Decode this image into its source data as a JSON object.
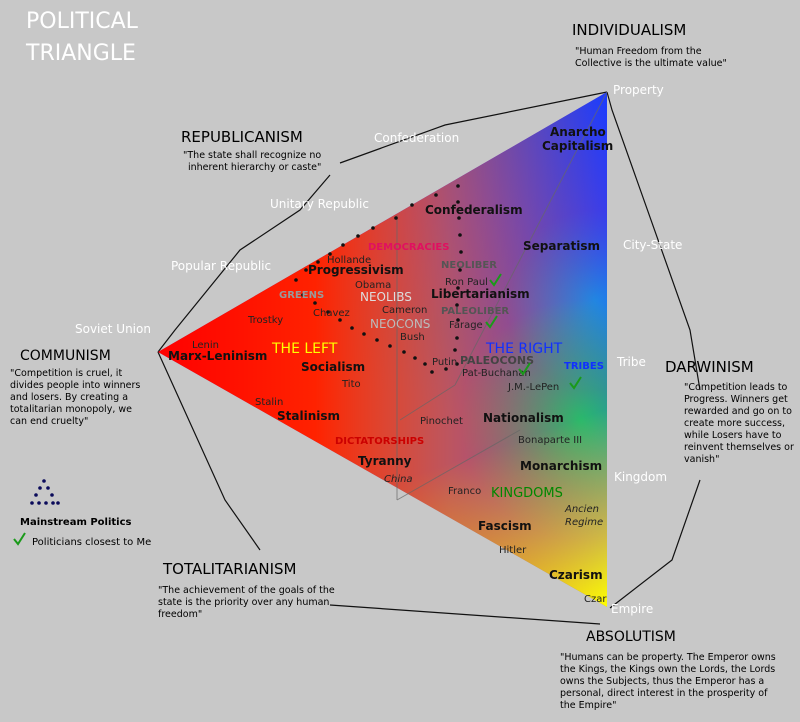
{
  "title_lines": [
    "POLITICAL",
    "TRIANGLE"
  ],
  "corners": {
    "individualism": {
      "title": "INDIVIDUALISM",
      "quote": [
        "\"Human Freedom from the",
        "Collective is the ultimate value\""
      ]
    },
    "republicanism": {
      "title": "REPUBLICANISM",
      "quote": [
        "\"The state shall recognize no",
        "inherent hierarchy or caste\""
      ]
    },
    "communism": {
      "title": "COMMUNISM",
      "quote": [
        "\"Competition is cruel, it",
        "divides people into winners",
        "and losers. By creating a",
        "totalitarian monopoly, we",
        "can end cruelty\""
      ]
    },
    "darwinism": {
      "title": "DARWINISM",
      "quote": [
        "\"Competition leads to",
        "Progress. Winners get",
        "rewarded and go on to",
        "create more success,",
        "while Losers have to",
        "reinvent themselves or",
        "vanish\""
      ]
    },
    "totalitarianism": {
      "title": "TOTALITARIANISM",
      "quote": [
        "\"The achievement of the goals of the",
        "state is the priority over any human",
        "freedom\""
      ]
    },
    "absolutism": {
      "title": "ABSOLUTISM",
      "quote": [
        "\"Humans can be property. The Emperor owns",
        "the Kings, the Kings own the Lords, the Lords",
        "owns the Subjects, thus the Emperor has a",
        "personal, direct interest in the prosperity of",
        "the Empire\""
      ]
    }
  },
  "edge_labels": {
    "property": "Property",
    "confederation": "Confederation",
    "unitary_republic": "Unitary Republic",
    "popular_republic": "Popular Republic",
    "soviet_union": "Soviet Union",
    "city_state": "City-State",
    "tribe": "Tribe",
    "kingdom": "Kingdom",
    "empire": "Empire"
  },
  "regions": {
    "the_left": "THE LEFT",
    "the_right": "THE RIGHT",
    "democracies": "DEMOCRACIES",
    "dictatorships": "DICTATORSHIPS",
    "kingdoms": "KINGDOMS",
    "tribes": "TRIBES",
    "greens": "GREENS",
    "neolibs": "NEOLIBS",
    "neocons": "NEOCONS",
    "neoliber": "NEOLIBER",
    "paleoliber": "PALEOLIBER",
    "paleocons": "PALEOCONS"
  },
  "ideologies": {
    "anarcho": "Anarcho",
    "capitalism": "Capitalism",
    "confederalism": "Confederalism",
    "separatism": "Separatism",
    "progressivism": "Progressivism",
    "libertarianism": "Libertarianism",
    "marx_leninism": "Marx-Leninism",
    "socialism": "Socialism",
    "stalinism": "Stalinism",
    "nationalism": "Nationalism",
    "monarchism": "Monarchism",
    "tyranny": "Tyranny",
    "fascism": "Fascism",
    "czarism": "Czarism",
    "ancien_regime": [
      "Ancien",
      "Regime"
    ]
  },
  "people": {
    "hollande": "Hollande",
    "obama": "Obama",
    "ron_paul": "Ron Paul",
    "trostky": "Trostky",
    "chavez": "Chavez",
    "cameron": "Cameron",
    "bush": "Bush",
    "farage": "Farage",
    "lenin": "Lenin",
    "putin": "Putin",
    "pat_buchanan": "Pat-Buchanan",
    "tito": "Tito",
    "jm_lepen": "J.M.-LePen",
    "stalin": "Stalin",
    "pinochet": "Pinochet",
    "bonaparte": "Bonaparte III",
    "china": "China",
    "franco": "Franco",
    "hitler": "Hitler",
    "czar": "Czar"
  },
  "legend": {
    "mainstream": "Mainstream Politics",
    "closest": "Politicians closest to Me"
  },
  "colors": {
    "background": "#c8c8c8",
    "left_red": "#ff0000",
    "individualism_blue": "#0033ff",
    "absolutism_yellow": "#ffff00",
    "check_green": "#1a9a1a"
  }
}
